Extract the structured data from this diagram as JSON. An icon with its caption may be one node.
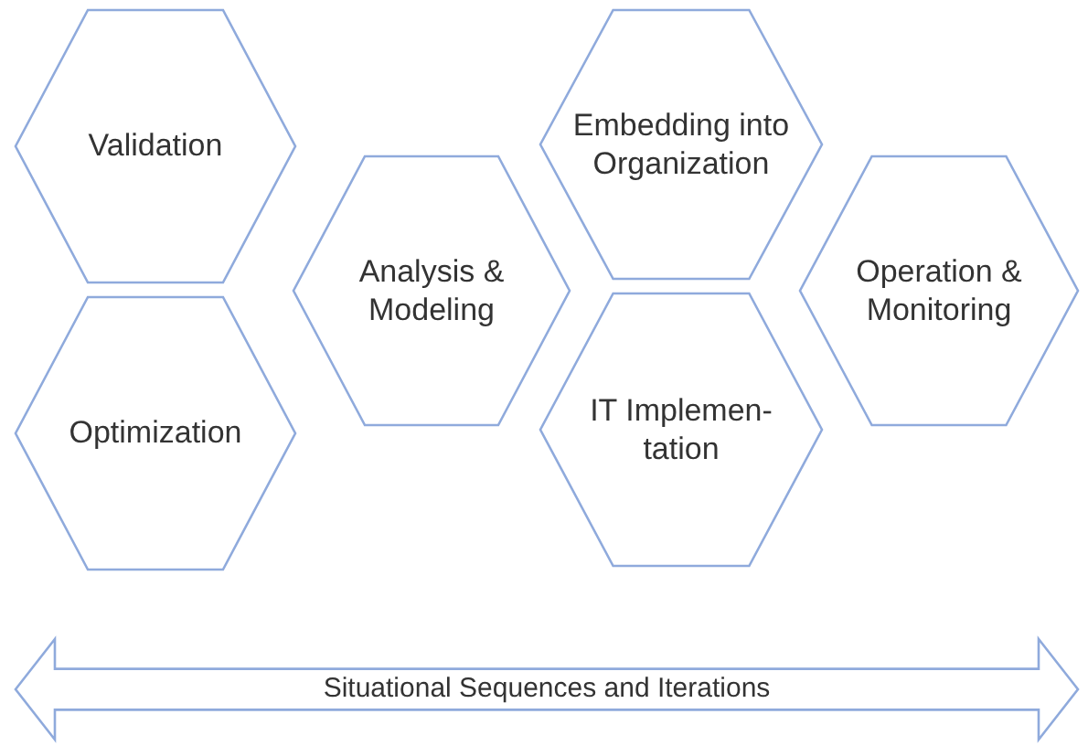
{
  "diagram": {
    "nodes": [
      {
        "text": [
          "Validation"
        ]
      },
      {
        "text": [
          "Optimization"
        ]
      },
      {
        "text": [
          "Analysis & Modeling"
        ]
      },
      {
        "text": [
          "Embedding into Organization"
        ]
      },
      {
        "text": [
          "IT Implemen- tation"
        ]
      },
      {
        "text": [
          "Operation & Monitoring"
        ]
      },
      {
        "text": [
          "Situational Sequences and Iterations"
        ]
      }
    ]
  }
}
